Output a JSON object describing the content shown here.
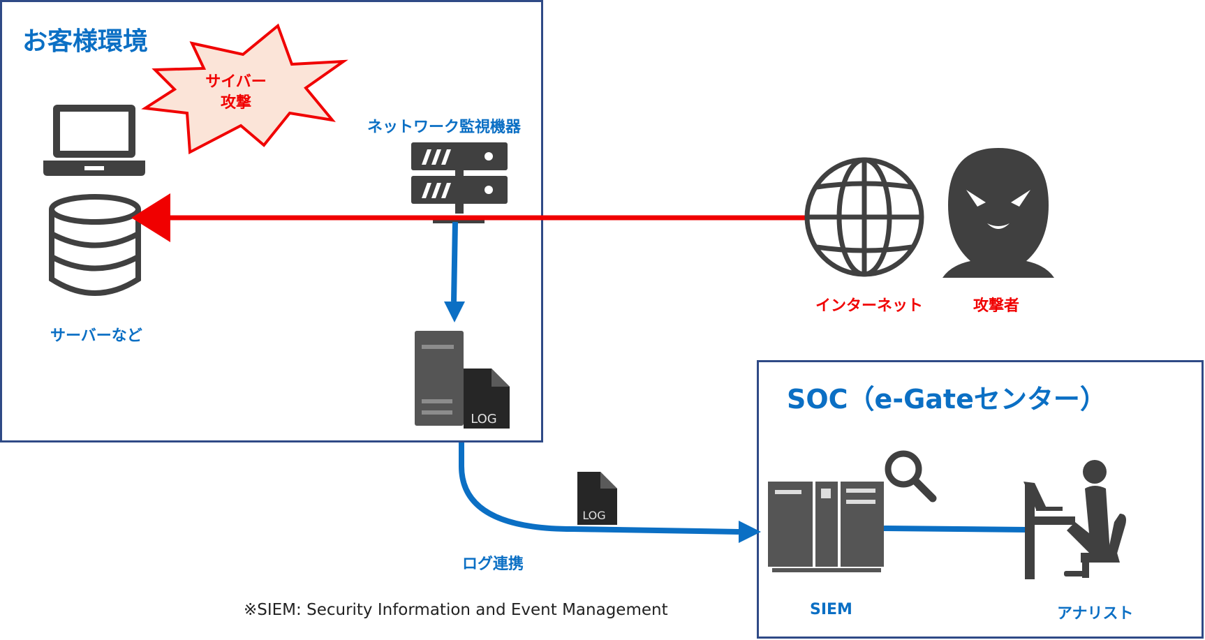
{
  "customer_env": {
    "title": "お客様環境"
  },
  "attack_burst": {
    "line1": "サイバー",
    "line2": "攻撃"
  },
  "network_monitor": {
    "label": "ネットワーク監視機器"
  },
  "servers": {
    "label": "サーバーなど"
  },
  "internet": {
    "label": "インターネット"
  },
  "attacker": {
    "label": "攻撃者"
  },
  "log_file": {
    "text": "LOG"
  },
  "log_flow": {
    "label": "ログ連携"
  },
  "soc": {
    "title": "SOC（e-Gateセンター）"
  },
  "siem": {
    "label": "SIEM"
  },
  "analyst": {
    "label": "アナリスト"
  },
  "footnote": "※SIEM: Security Information and Event Management",
  "colors": {
    "accent_blue": "#0b6fc4",
    "attack_red": "#f00000",
    "frame": "#2f4a86",
    "icon_gray": "#404040"
  }
}
